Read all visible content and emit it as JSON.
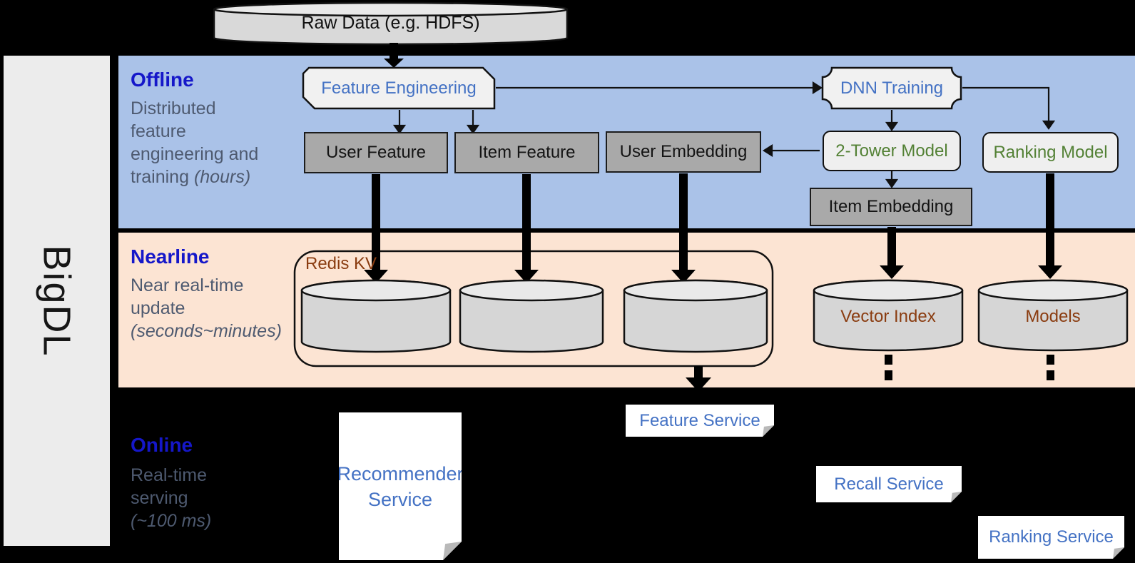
{
  "brand": "BigDL",
  "lanes": {
    "offline": {
      "title": "Offline",
      "line1": "Distributed",
      "line2": "feature",
      "line3": "engineering and",
      "line4": "training",
      "line4_italic": "(hours)"
    },
    "nearline": {
      "title": "Nearline",
      "line1": "Near real-time",
      "line2": "update",
      "line3_italic": "(seconds~minutes)"
    },
    "online": {
      "title": "Online",
      "line1": "Real-time",
      "line2": "serving",
      "line3_italic": "(~100 ms)"
    }
  },
  "nodes": {
    "raw_data": "Raw Data (e.g. HDFS)",
    "feature_engineering": "Feature Engineering",
    "dnn_training": "DNN Training",
    "user_feature": "User Feature",
    "item_feature": "Item Feature",
    "user_embedding": "User Embedding",
    "two_tower_model": "2-Tower Model",
    "ranking_model": "Ranking Model",
    "item_embedding": "Item Embedding",
    "redis_kv": "Redis KV",
    "vector_index": "Vector Index",
    "models": "Models",
    "recommender_service_line1": "Recommender",
    "recommender_service_line2": "Service",
    "feature_service": "Feature Service",
    "recall_service": "Recall Service",
    "ranking_service": "Ranking Service"
  },
  "colors": {
    "offline_band": "#aac2e8",
    "nearline_band": "#fce4d3",
    "online_band": "#000000",
    "lane_title_blue": "#1517c9",
    "lane_desc_gray": "#4e5a70",
    "node_text_blue": "#4472c4",
    "node_text_green": "#538135",
    "node_text_brown": "#8a3c10",
    "gray_node_fill": "#a9a9a9",
    "light_node_fill": "#efefef",
    "cylinder_fill": "#d6d6d6",
    "sidebar_fill": "#ececec"
  }
}
